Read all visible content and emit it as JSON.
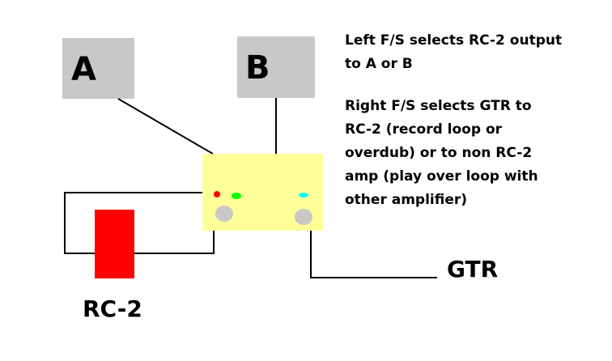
{
  "amp_a": {
    "label": "A"
  },
  "amp_b": {
    "label": "B"
  },
  "looper": {
    "label": "RC-2",
    "color": "#ff0000"
  },
  "guitar": {
    "label": "GTR"
  },
  "switch_box": {
    "color": "#ffff99",
    "led_left_color": "#ff0000",
    "led_mid_color": "#00ff00",
    "led_right_color": "#00ffff",
    "footswitch_color": "#c8c8c8"
  },
  "notes": {
    "left_fs": [
      "Left F/S selects RC-2 output",
      "to A or B"
    ],
    "right_fs": [
      "Right F/S selects GTR to",
      "RC-2 (record loop or",
      "overdub) or to non RC-2",
      "amp (play over loop with",
      "other amplifier)"
    ]
  }
}
